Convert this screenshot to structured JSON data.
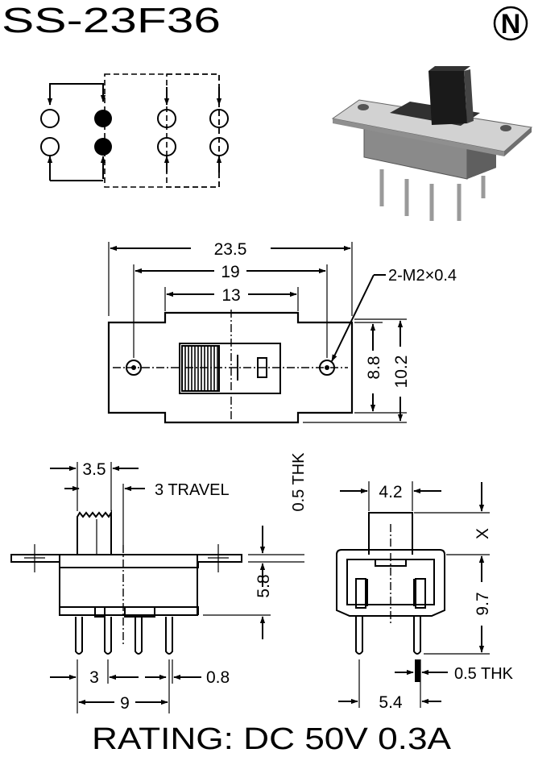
{
  "title": "SS-23F36",
  "logo": {
    "letter": "N"
  },
  "top_view": {
    "dim_overall": "23.5",
    "dim_mount": "19",
    "dim_window": "13",
    "dim_height_inner": "8.8",
    "dim_height_outer": "10.2",
    "hole_label": "2-M2×0.4"
  },
  "side_view": {
    "dim_actuator": "3.5",
    "travel": "3 TRAVEL",
    "thickness": "0.5 THK",
    "dim_body_height": "5.8",
    "dim_pin_pitch": "3",
    "dim_pin_width": "0.8",
    "dim_pin_span": "9"
  },
  "end_view": {
    "dim_actuator_width": "4.2",
    "dim_x": "X",
    "dim_height": "9.7",
    "thickness": "0.5 THK",
    "dim_pin_offset": "5.4"
  },
  "rating": "RATING: DC 50V 0.3A"
}
